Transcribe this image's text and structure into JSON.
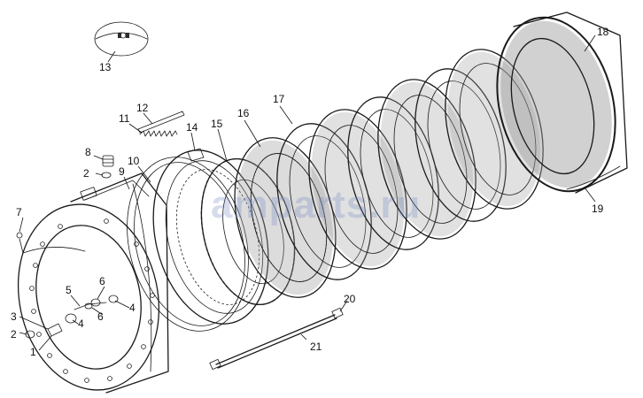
{
  "watermark": "amparts.ru",
  "callouts": [
    {
      "id": "1",
      "label": "1"
    },
    {
      "id": "2a",
      "label": "2"
    },
    {
      "id": "2b",
      "label": "2"
    },
    {
      "id": "3",
      "label": "3"
    },
    {
      "id": "4a",
      "label": "4"
    },
    {
      "id": "4b",
      "label": "4"
    },
    {
      "id": "5",
      "label": "5"
    },
    {
      "id": "6a",
      "label": "6"
    },
    {
      "id": "6b",
      "label": "6"
    },
    {
      "id": "7",
      "label": "7"
    },
    {
      "id": "8",
      "label": "8"
    },
    {
      "id": "9",
      "label": "9"
    },
    {
      "id": "10",
      "label": "10"
    },
    {
      "id": "11",
      "label": "11"
    },
    {
      "id": "12",
      "label": "12"
    },
    {
      "id": "13",
      "label": "13"
    },
    {
      "id": "14",
      "label": "14"
    },
    {
      "id": "15",
      "label": "15"
    },
    {
      "id": "16",
      "label": "16"
    },
    {
      "id": "17",
      "label": "17"
    },
    {
      "id": "18",
      "label": "18"
    },
    {
      "id": "19",
      "label": "19"
    },
    {
      "id": "20",
      "label": "20"
    },
    {
      "id": "21",
      "label": "21"
    }
  ]
}
